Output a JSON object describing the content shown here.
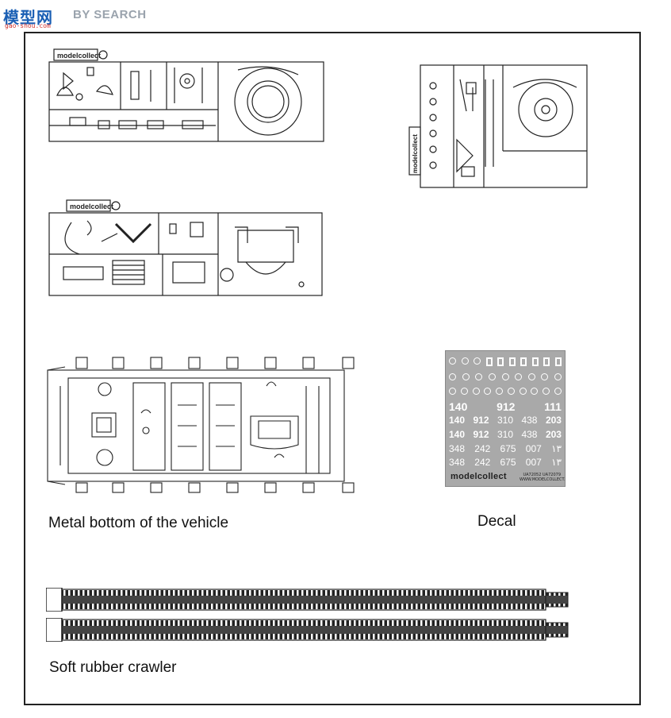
{
  "watermark": {
    "cn_text": "模型网",
    "en_text": "BY SEARCH",
    "url": "gao-shou.com"
  },
  "sprues": {
    "sprue_a_label": "modelcollect",
    "sprue_b_label": "modelcollect",
    "sprue_c_label": "modelcollect"
  },
  "captions": {
    "metal_bottom": "Metal bottom of the vehicle",
    "decal": "Decal",
    "crawler": "Soft rubber crawler"
  },
  "decal_sheet": {
    "rows": [
      [
        "140",
        "912",
        "111"
      ],
      [
        "140",
        "912",
        "310",
        "438",
        "203"
      ],
      [
        "140",
        "912",
        "310",
        "438",
        "203"
      ],
      [
        "348",
        "242",
        "675",
        "007",
        "۱۳"
      ],
      [
        "348",
        "242",
        "675",
        "007",
        "۱۳"
      ]
    ],
    "brand": "modelcollect",
    "fine_print": "UA72052 UA72079 WWW.MODELCOLLECT.COM"
  },
  "colors": {
    "ink": "#222222",
    "decal_bg": "#a9a9a9",
    "watermark_blue": "#1a5fb4",
    "watermark_red": "#d0312d"
  }
}
